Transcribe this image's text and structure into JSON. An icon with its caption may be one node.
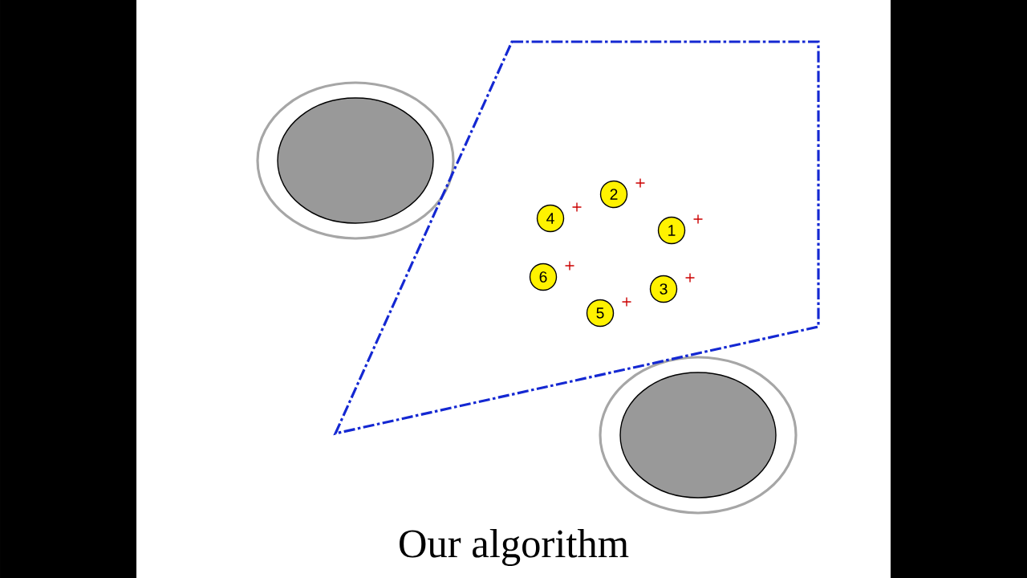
{
  "diagram": {
    "caption": "Our algorithm",
    "nodes": [
      {
        "text": [
          "2"
        ]
      },
      {
        "text": [
          "4"
        ]
      },
      {
        "text": [
          "1"
        ]
      },
      {
        "text": [
          "6"
        ]
      },
      {
        "text": [
          "3"
        ]
      },
      {
        "text": [
          "5"
        ]
      }
    ],
    "edges": []
  }
}
